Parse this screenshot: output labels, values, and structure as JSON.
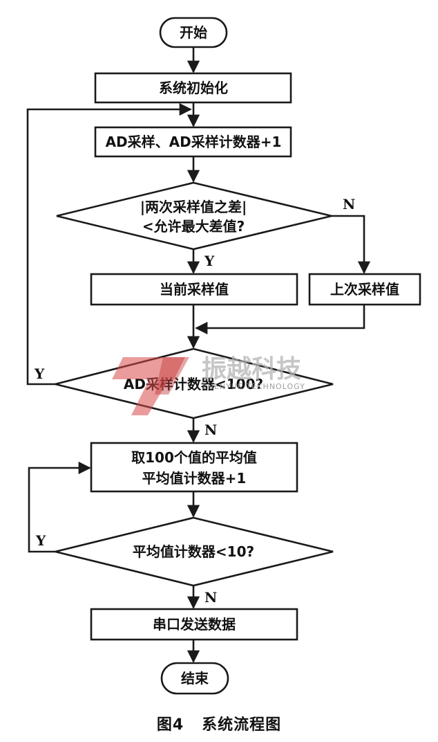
{
  "nodes": {
    "start": "开始",
    "init": "系统初始化",
    "sample": "AD采样、AD采样计数器+1",
    "diff_check_line1": "|两次采样值之差|",
    "diff_check_line2": "<允许最大差值?",
    "current": "当前采样值",
    "previous": "上次采样值",
    "count_check": "AD采样计数器<100?",
    "average_line1": "取100个值的平均值",
    "average_line2": "平均值计数器+1",
    "avg_check": "平均值计数器<10?",
    "send": "串口发送数据",
    "end": "结束"
  },
  "edge_labels": {
    "diff_yes": "Y",
    "diff_no": "N",
    "count_yes": "Y",
    "count_no": "N",
    "avg_yes": "Y",
    "avg_no": "N"
  },
  "watermark": {
    "brand": "振越科技",
    "sub": "ZHENYUE TECHNOLOGY"
  },
  "caption": "图4   系统流程图"
}
